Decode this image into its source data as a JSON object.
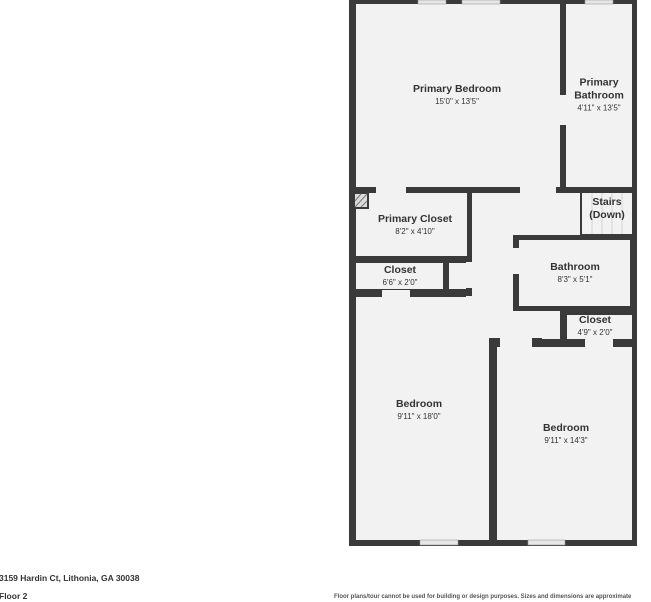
{
  "floor_plan": {
    "colors": {
      "wall": "#3a3a3a",
      "floor": "#f2f2f2",
      "window": "#e6e6e6"
    },
    "rooms": [
      {
        "name": "Primary Bedroom",
        "dims": "15'0\" x 13'5\""
      },
      {
        "name": "Primary Bathroom",
        "dims": "4'11\" x 13'5\""
      },
      {
        "name": "Primary Closet",
        "dims": "8'2\" x 4'10\""
      },
      {
        "name": "Stairs (Down)",
        "dims": ""
      },
      {
        "name": "Closet",
        "dims": "6'6\" x 2'0\""
      },
      {
        "name": "Bathroom",
        "dims": "8'3\" x 5'1\""
      },
      {
        "name": "Closet",
        "dims": "4'9\" x 2'0\""
      },
      {
        "name": "Bedroom",
        "dims": "9'11\" x 18'0\""
      },
      {
        "name": "Bedroom",
        "dims": "9'11\" x 14'3\""
      }
    ]
  },
  "footer": {
    "address": "3159 Hardin Ct, Lithonia, GA 30038",
    "floor": "Floor 2",
    "disclaimer": "Floor plans/tour cannot be used for building or design purposes. Sizes and dimensions are approximate"
  }
}
